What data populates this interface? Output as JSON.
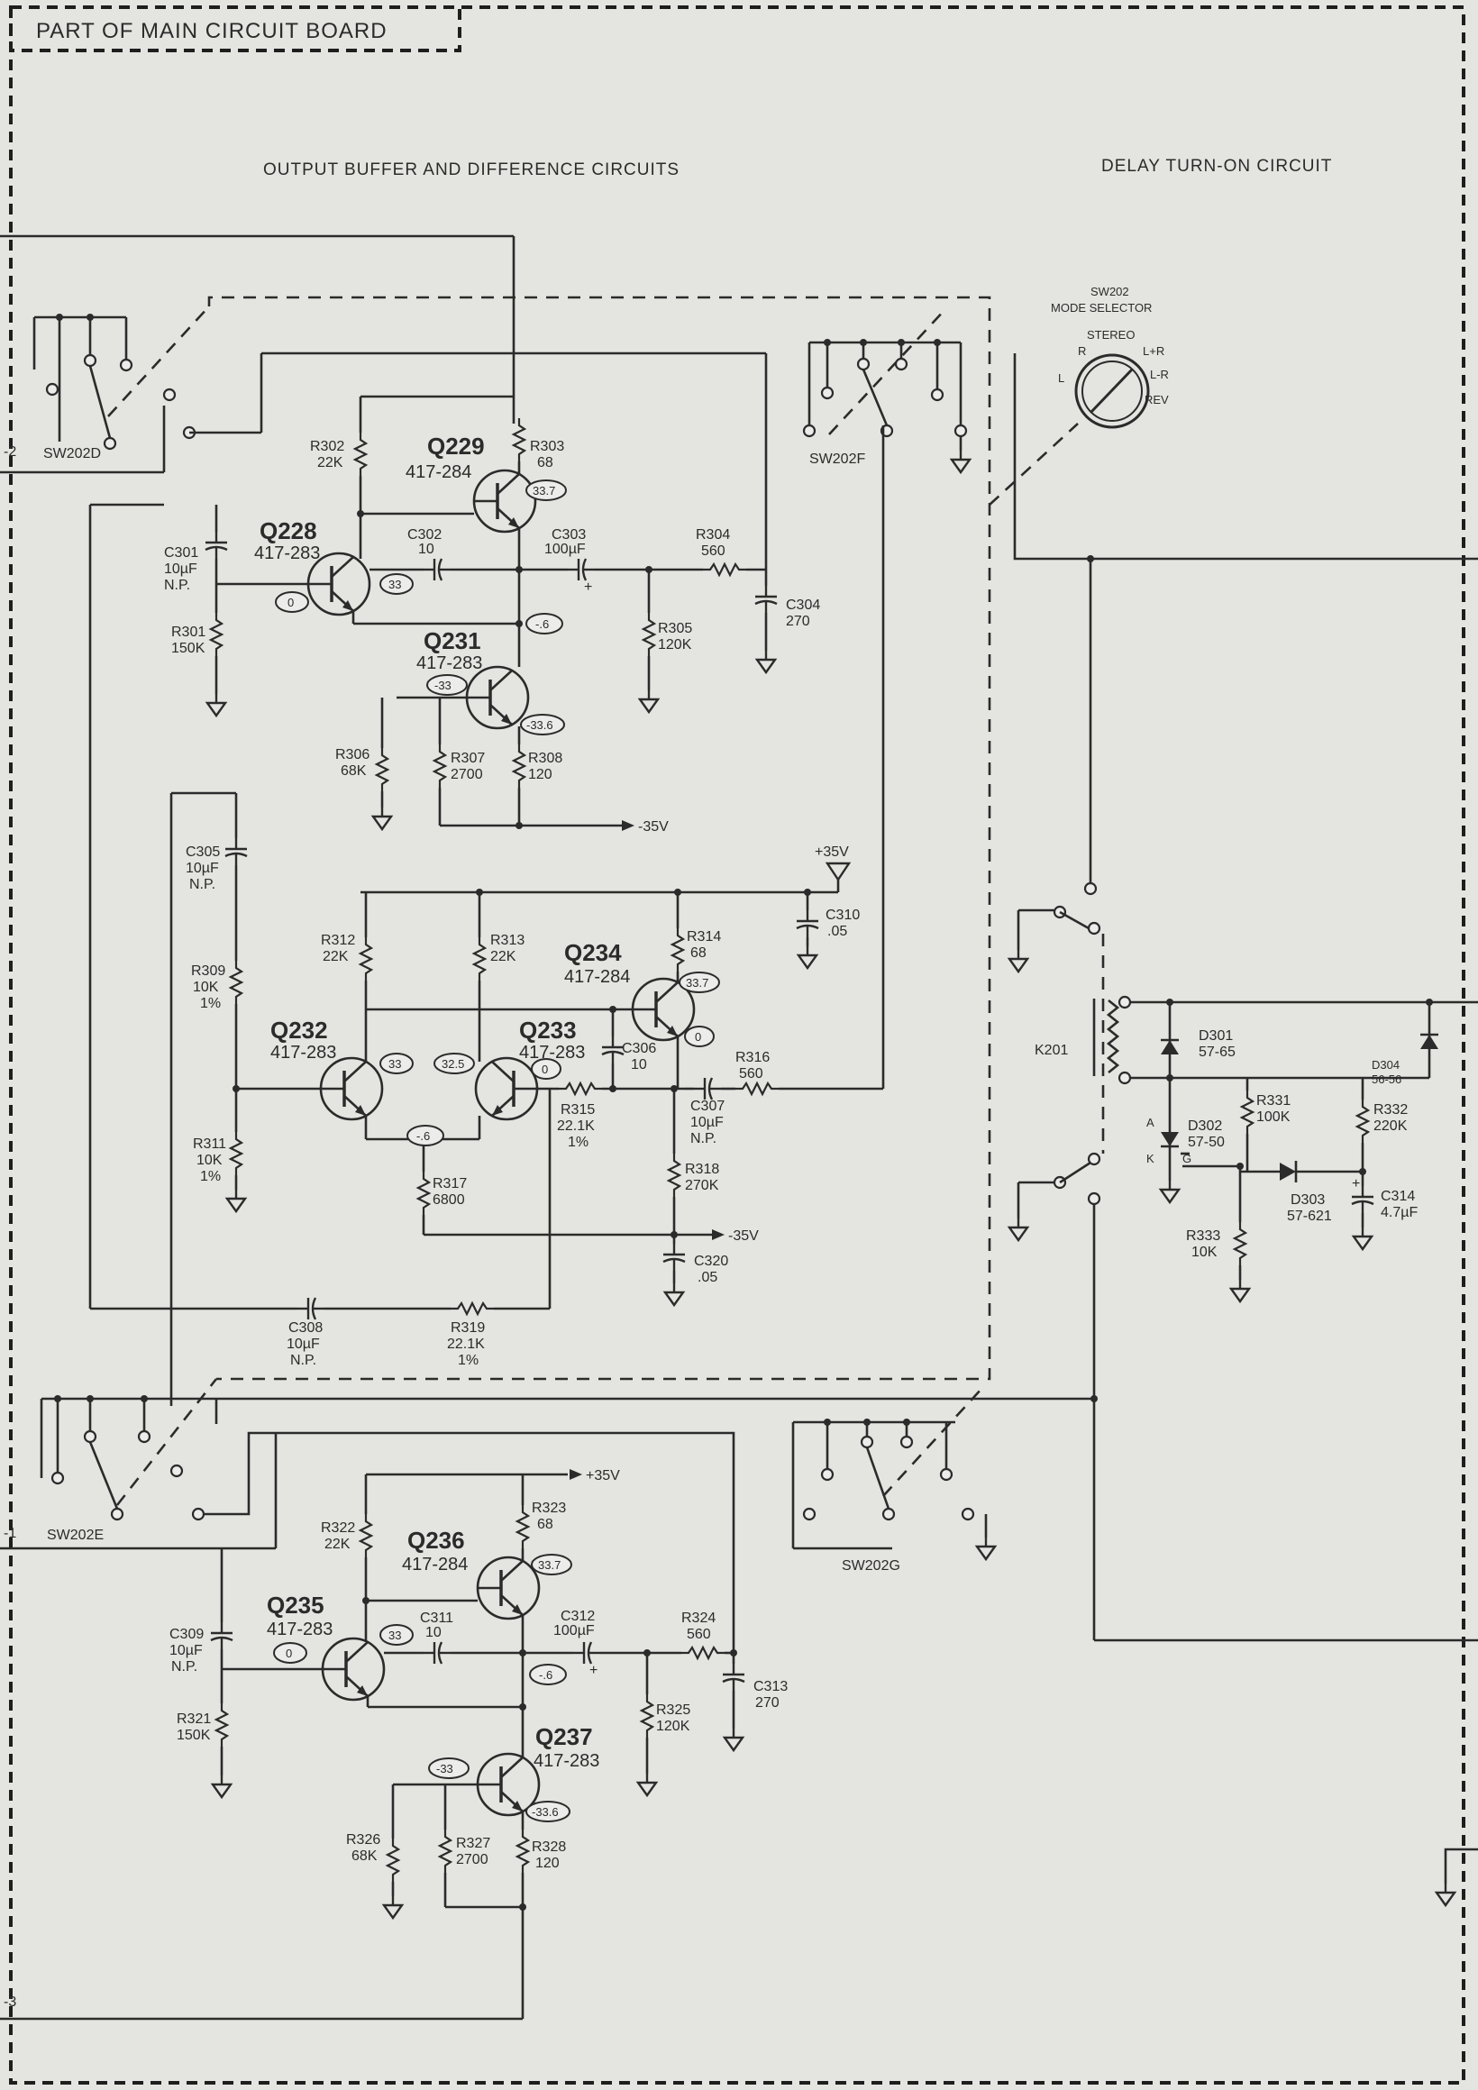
{
  "title": "PART OF   MAIN CIRCUIT BOARD",
  "headings": {
    "output": "OUTPUT BUFFER AND DIFFERENCE CIRCUITS",
    "delay": "DELAY TURN-ON CIRCUIT"
  },
  "mode_selector": {
    "name": "SW202",
    "label": "MODE SELECTOR",
    "positions": [
      "STEREO",
      "R",
      "L",
      "L+R",
      "L-R",
      "REV"
    ]
  },
  "switches": [
    "SW202D",
    "SW202F",
    "SW202E",
    "SW202G"
  ],
  "relay": "K201",
  "edge_labels": [
    "-2",
    "-1",
    "-3"
  ],
  "transistors": [
    {
      "ref": "Q228",
      "part": "417-283"
    },
    {
      "ref": "Q229",
      "part": "417-284"
    },
    {
      "ref": "Q231",
      "part": "417-283"
    },
    {
      "ref": "Q232",
      "part": "417-283"
    },
    {
      "ref": "Q233",
      "part": "417-283"
    },
    {
      "ref": "Q234",
      "part": "417-284"
    },
    {
      "ref": "Q235",
      "part": "417-283"
    },
    {
      "ref": "Q236",
      "part": "417-284"
    },
    {
      "ref": "Q237",
      "part": "417-283"
    }
  ],
  "resistors": [
    {
      "ref": "R301",
      "value": "150K"
    },
    {
      "ref": "R302",
      "value": "22K"
    },
    {
      "ref": "R303",
      "value": "68"
    },
    {
      "ref": "R304",
      "value": "560"
    },
    {
      "ref": "R305",
      "value": "120K"
    },
    {
      "ref": "R306",
      "value": "68K"
    },
    {
      "ref": "R307",
      "value": "2700"
    },
    {
      "ref": "R308",
      "value": "120"
    },
    {
      "ref": "R309",
      "value": "10K",
      "tol": "1%"
    },
    {
      "ref": "R311",
      "value": "10K",
      "tol": "1%"
    },
    {
      "ref": "R312",
      "value": "22K"
    },
    {
      "ref": "R313",
      "value": "22K"
    },
    {
      "ref": "R314",
      "value": "68"
    },
    {
      "ref": "R315",
      "value": "22.1K",
      "tol": "1%"
    },
    {
      "ref": "R316",
      "value": "560"
    },
    {
      "ref": "R317",
      "value": "6800"
    },
    {
      "ref": "R318",
      "value": "270K"
    },
    {
      "ref": "R319",
      "value": "22.1K",
      "tol": "1%"
    },
    {
      "ref": "R321",
      "value": "150K"
    },
    {
      "ref": "R322",
      "value": "22K"
    },
    {
      "ref": "R323",
      "value": "68"
    },
    {
      "ref": "R324",
      "value": "560"
    },
    {
      "ref": "R325",
      "value": "120K"
    },
    {
      "ref": "R326",
      "value": "68K"
    },
    {
      "ref": "R327",
      "value": "2700"
    },
    {
      "ref": "R328",
      "value": "120"
    },
    {
      "ref": "R331",
      "value": "100K"
    },
    {
      "ref": "R332",
      "value": "220K"
    },
    {
      "ref": "R333",
      "value": "10K"
    }
  ],
  "capacitors": [
    {
      "ref": "C301",
      "value": "10µF",
      "note": "N.P."
    },
    {
      "ref": "C302",
      "value": "10"
    },
    {
      "ref": "C303",
      "value": "100µF"
    },
    {
      "ref": "C304",
      "value": "270"
    },
    {
      "ref": "C305",
      "value": "10µF",
      "note": "N.P."
    },
    {
      "ref": "C306",
      "value": "10"
    },
    {
      "ref": "C307",
      "value": "10µF",
      "note": "N.P."
    },
    {
      "ref": "C308",
      "value": "10µF",
      "note": "N.P."
    },
    {
      "ref": "C309",
      "value": "10µF",
      "note": "N.P."
    },
    {
      "ref": "C310",
      "value": ".05"
    },
    {
      "ref": "C311",
      "value": "10"
    },
    {
      "ref": "C312",
      "value": "100µF"
    },
    {
      "ref": "C313",
      "value": "270"
    },
    {
      "ref": "C314",
      "value": "4.7µF"
    },
    {
      "ref": "C320",
      "value": ".05"
    }
  ],
  "diodes": [
    {
      "ref": "D301",
      "part": "57-65"
    },
    {
      "ref": "D302",
      "part": "57-50"
    },
    {
      "ref": "D303",
      "part": "57-621"
    },
    {
      "ref": "D304",
      "part": "56-56"
    }
  ],
  "diode_pins": [
    "A",
    "K",
    "G"
  ],
  "voltages": [
    "0",
    "33",
    "33.7",
    "-.6",
    "-33",
    "-33.6",
    "32.5"
  ],
  "rails": {
    "pos": "+35V",
    "neg": "-35V"
  },
  "polarity": "+"
}
